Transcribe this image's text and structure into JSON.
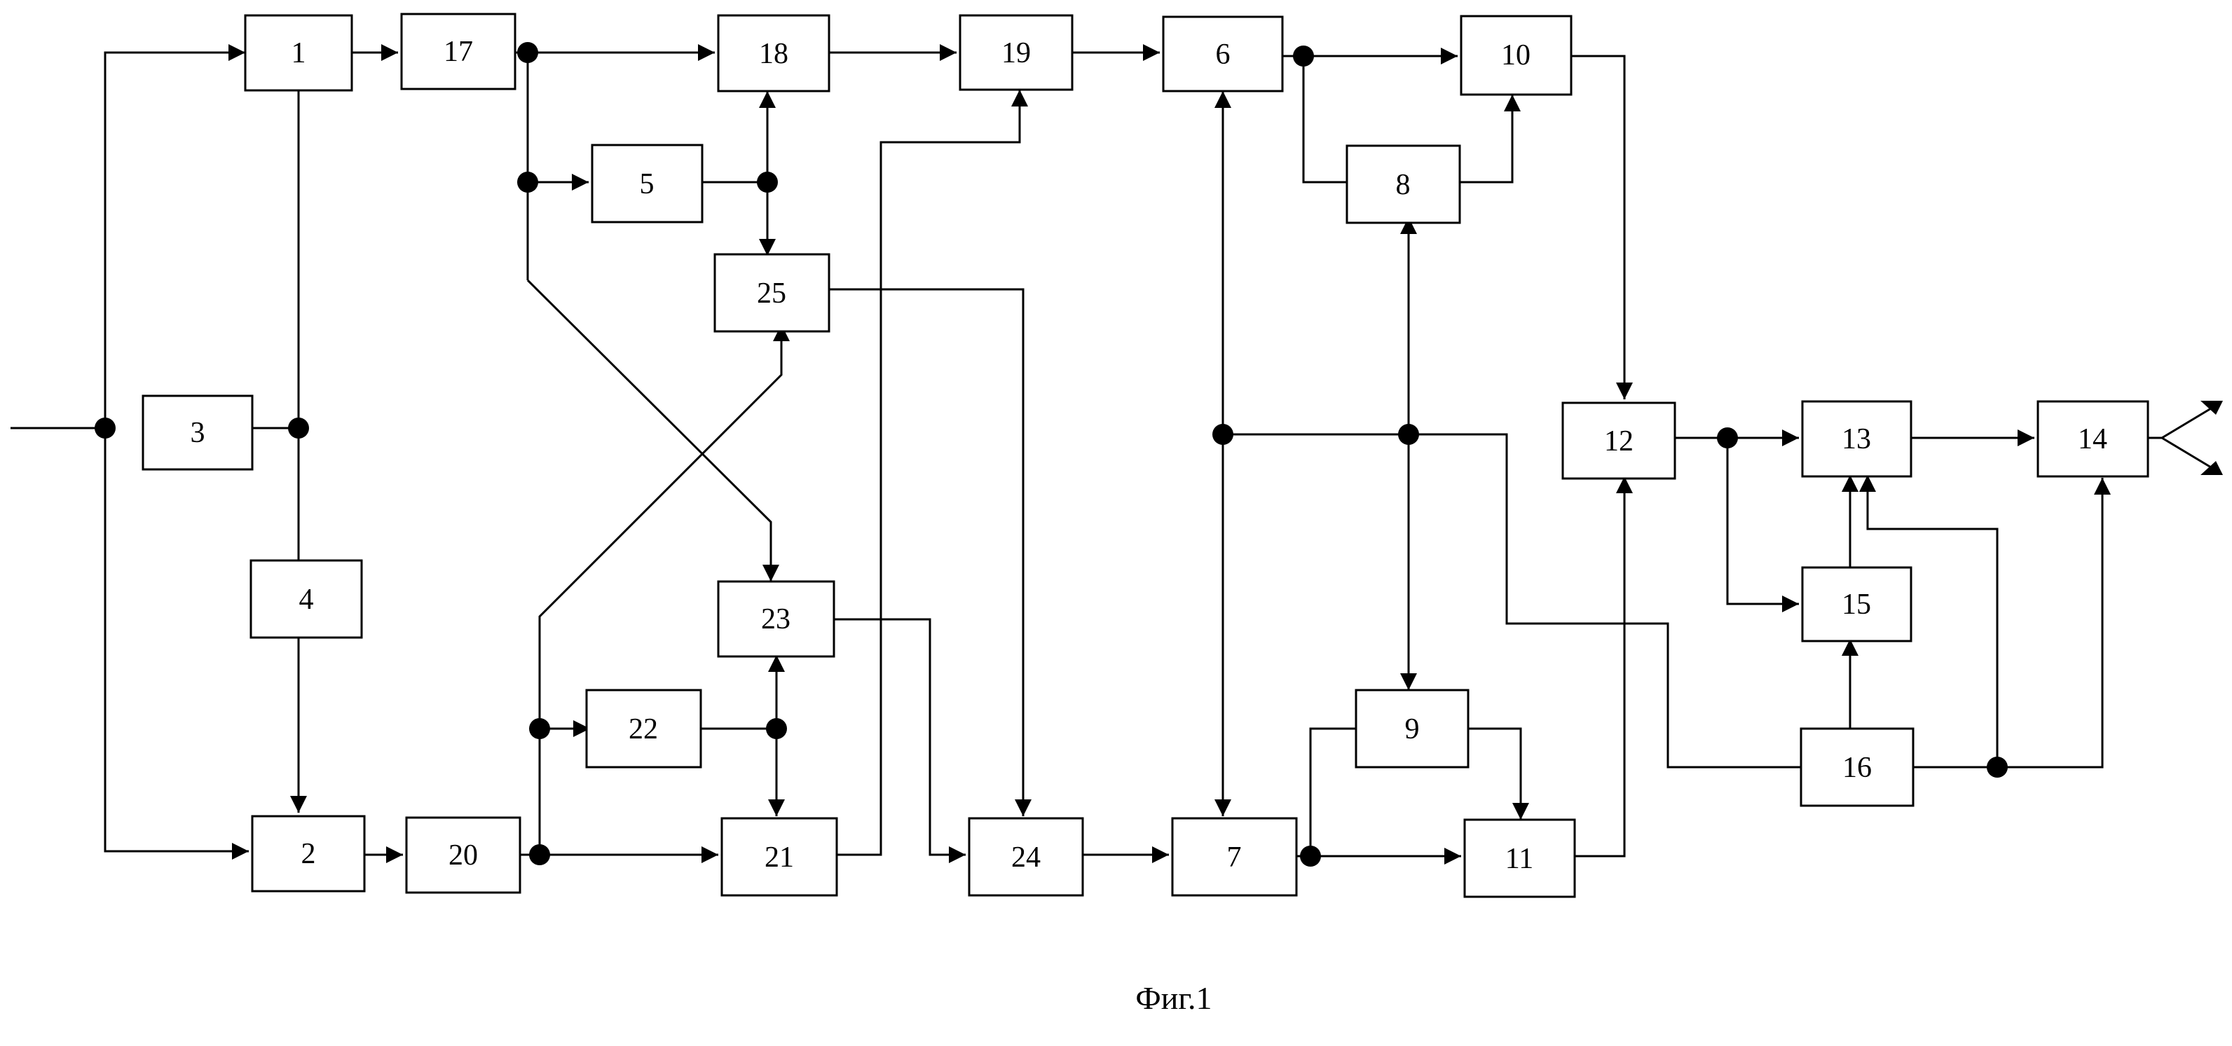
{
  "figure": {
    "caption": "Фиг.1"
  },
  "blocks": [
    {
      "id": "1",
      "label": "1"
    },
    {
      "id": "2",
      "label": "2"
    },
    {
      "id": "3",
      "label": "3"
    },
    {
      "id": "4",
      "label": "4"
    },
    {
      "id": "5",
      "label": "5"
    },
    {
      "id": "6",
      "label": "6"
    },
    {
      "id": "7",
      "label": "7"
    },
    {
      "id": "8",
      "label": "8"
    },
    {
      "id": "9",
      "label": "9"
    },
    {
      "id": "10",
      "label": "10"
    },
    {
      "id": "11",
      "label": "11"
    },
    {
      "id": "12",
      "label": "12"
    },
    {
      "id": "13",
      "label": "13"
    },
    {
      "id": "14",
      "label": "14"
    },
    {
      "id": "15",
      "label": "15"
    },
    {
      "id": "16",
      "label": "16"
    },
    {
      "id": "17",
      "label": "17"
    },
    {
      "id": "18",
      "label": "18"
    },
    {
      "id": "19",
      "label": "19"
    },
    {
      "id": "20",
      "label": "20"
    },
    {
      "id": "21",
      "label": "21"
    },
    {
      "id": "22",
      "label": "22"
    },
    {
      "id": "23",
      "label": "23"
    },
    {
      "id": "24",
      "label": "24"
    },
    {
      "id": "25",
      "label": "25"
    }
  ]
}
